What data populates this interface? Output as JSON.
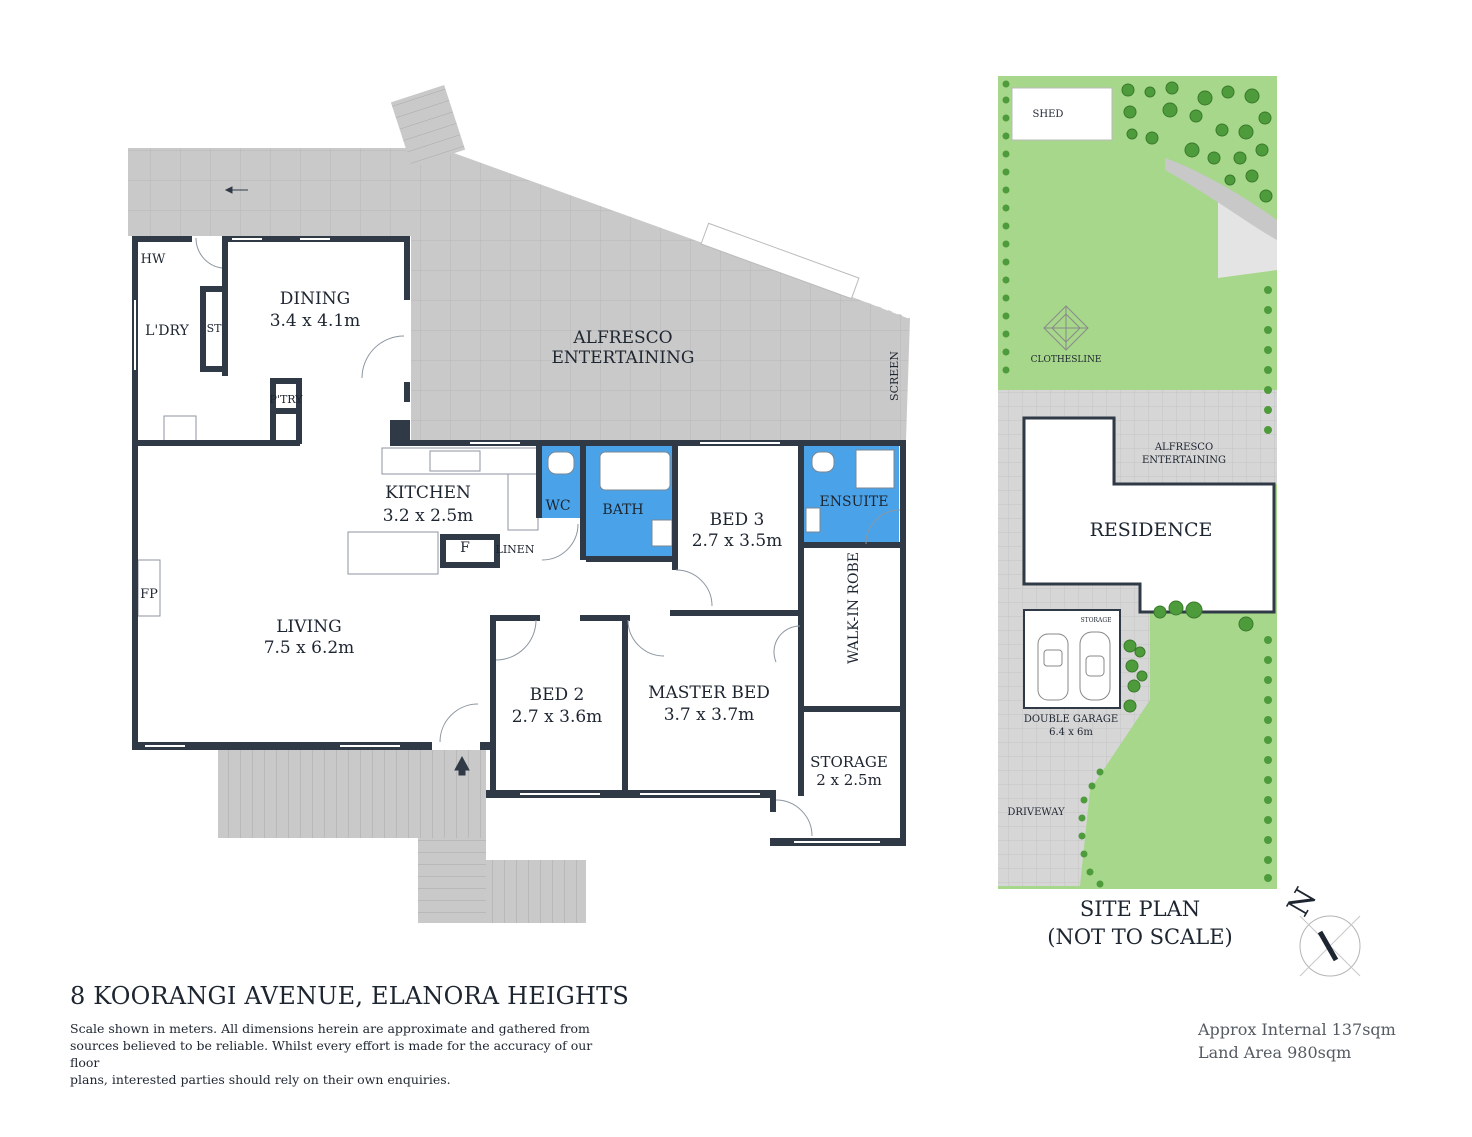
{
  "floorplan": {
    "rooms": {
      "dining": {
        "name": "DINING",
        "size": "3.4 x 4.1m"
      },
      "laundry": {
        "name": "L'DRY"
      },
      "hot_water": {
        "name": "HW"
      },
      "store": {
        "name": "ST"
      },
      "pantry": {
        "name": "P'TRY"
      },
      "alfresco": {
        "name1": "ALFRESCO",
        "name2": "ENTERTAINING"
      },
      "screen": {
        "name": "SCREEN"
      },
      "kitchen": {
        "name": "KITCHEN",
        "size": "3.2 x 2.5m"
      },
      "wc": {
        "name": "WC"
      },
      "bath": {
        "name": "BATH"
      },
      "bed3": {
        "name": "BED 3",
        "size": "2.7 x 3.5m"
      },
      "ensuite": {
        "name": "ENSUITE"
      },
      "fridge": {
        "name": "F"
      },
      "linen": {
        "name": "LINEN"
      },
      "fireplace": {
        "name": "FP"
      },
      "living": {
        "name": "LIVING",
        "size": "7.5 x 6.2m"
      },
      "walk_in_robe": {
        "name": "WALK-IN ROBE"
      },
      "bed2": {
        "name": "BED 2",
        "size": "2.7 x 3.6m"
      },
      "master": {
        "name": "MASTER BED",
        "size": "3.7 x 3.7m"
      },
      "storage": {
        "name": "STORAGE",
        "size": "2 x 2.5m"
      }
    },
    "colors": {
      "wall": "#2f3a46",
      "deck": "#c9c9c9",
      "wet_area": "#4aa3e8",
      "floor": "#ffffff"
    }
  },
  "site_plan": {
    "title1": "SITE PLAN",
    "title2": "(NOT TO SCALE)",
    "labels": {
      "shed": "SHED",
      "clothesline": "CLOTHESLINE",
      "alfresco1": "ALFRESCO",
      "alfresco2": "ENTERTAINING",
      "residence": "RESIDENCE",
      "storage": "STORAGE",
      "garage": "DOUBLE GARAGE",
      "garage_size": "6.4 x 6m",
      "driveway": "DRIVEWAY"
    },
    "compass": "N",
    "colors": {
      "lawn": "#a6d78a",
      "paving": "#d3d3d3",
      "tree": "#4e9b3c"
    }
  },
  "footer": {
    "address": "8 KOORANGI AVENUE, ELANORA HEIGHTS",
    "disclaimer1": "Scale shown in meters. All dimensions herein are approximate and gathered from",
    "disclaimer2": "sources believed to be  reliable. Whilst every effort is made for the accuracy of our floor",
    "disclaimer3": "plans, interested parties should rely on their own enquiries.",
    "internal_area": "Approx Internal 137sqm",
    "land_area": "Land Area 980sqm"
  }
}
